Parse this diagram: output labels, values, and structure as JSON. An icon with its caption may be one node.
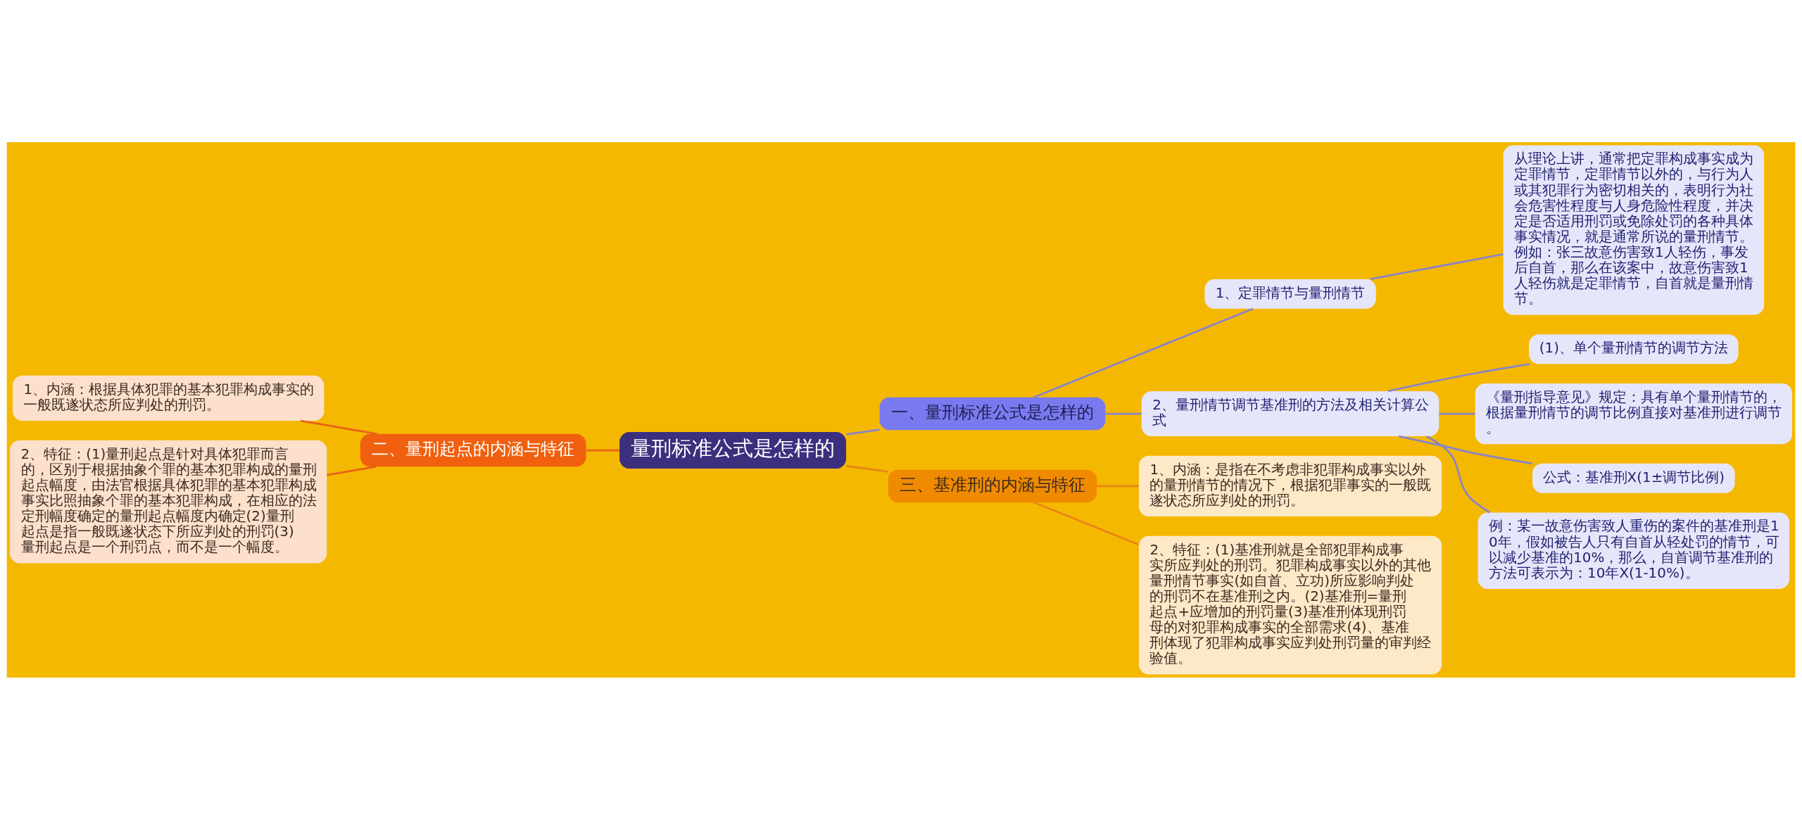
{
  "diagram": {
    "nodes": [
      {
        "text": [
          "量刑标准公式是怎样的"
        ]
      },
      {
        "text": [
          "一、量刑标准公式是怎样的"
        ]
      },
      {
        "text": [
          "1、定罪情节与量刑情节"
        ]
      },
      {
        "text": [
          "从理论上讲，通常把定罪构成事实成为定罪情节，定罪情节以外的，与行为人或其犯罪行为密切相关的，表明行为社会危害性程度与人身危险性程度，并决定是否适用刑罚或免除处罚的各种具体事实情况，就是通常所说的量刑情节。例如：张三故意伤害致1人轻伤，事发后自首，那么在该案中，故意伤害致1人轻伤就是定罪情节，自首就是量刑情节。"
        ]
      },
      {
        "text": [
          "2、量刑情节调节基准刑的方法及相关计算公式"
        ]
      },
      {
        "text": [
          "(1)、单个量刑情节的调节方法"
        ]
      },
      {
        "text": [
          "《量刑指导意见》规定：具有单个量刑情节的，根据量刑情节的调节比例直接对基准刑进行调节。"
        ]
      },
      {
        "text": [
          "公式：基准刑X(1±调节比例)"
        ]
      },
      {
        "text": [
          "例：某一故意伤害致人重伤的案件的基准刑是10年，假如被告人只有自首从轻处罚的情节，可以减少基准的10%，那么，自首调节基准刑的方法可表示为：10年X(1-10%)。"
        ]
      },
      {
        "text": [
          "二、量刑起点的内涵与特征"
        ]
      },
      {
        "text": [
          "1、内涵：根据具体犯罪的基本犯罪构成事实的一般既遂状态所应判处的刑罚。"
        ]
      },
      {
        "text": [
          "2、特征：(1)量刑起点是针对具体犯罪而言的，区别于根据抽象个罪的基本犯罪构成的量刑起点幅度，由法官根据具体犯罪的基本犯罪构成事实比照抽象个罪的基本犯罪构成，在相应的法定刑幅度确定的量刑起点幅度内确定(2)量刑起点是指一般既遂状态下所应判处的刑罚(3)量刑起点是一个刑罚点，而不是一个幅度。"
        ]
      },
      {
        "text": [
          "三、基准刑的内涵与特征"
        ]
      },
      {
        "text": [
          "1、内涵：是指在不考虑非犯罪构成事实以外的量刑情节的情况下，根据犯罪事实的一般既遂状态所应判处的刑罚。"
        ]
      },
      {
        "text": [
          "2、特征：(1)基准刑就是全部犯罪构成事实所应判处的刑罚。犯罪构成事实以外的其他量刑情节事实(如自首、立功)所应影响判处的刑罚不在基准刑之内。(2)基准刑=量刑起点+应增加的刑罚量(3)基准刑体现刑罚母的对犯罪构成事实的全部需求(4)、基准刑体现了犯罪构成事实应判处刑罚量的审判经验值。"
        ]
      }
    ],
    "edges": [
      {
        "from": 0,
        "to": 1,
        "arrow": "none"
      },
      {
        "from": 1,
        "to": 2,
        "arrow": "none"
      },
      {
        "from": 2,
        "to": 3,
        "arrow": "none"
      },
      {
        "from": 1,
        "to": 4,
        "arrow": "none"
      },
      {
        "from": 4,
        "to": 5,
        "arrow": "none"
      },
      {
        "from": 4,
        "to": 6,
        "arrow": "none"
      },
      {
        "from": 4,
        "to": 7,
        "arrow": "none"
      },
      {
        "from": 4,
        "to": 8,
        "arrow": "none"
      },
      {
        "from": 0,
        "to": 9,
        "arrow": "none",
        "color": "#e8601a"
      },
      {
        "from": 9,
        "to": 10,
        "arrow": "none",
        "color": "#e8601a"
      },
      {
        "from": 9,
        "to": 11,
        "arrow": "none",
        "color": "#e8601a"
      },
      {
        "from": 0,
        "to": 12,
        "arrow": "none",
        "color": "#e8841a"
      },
      {
        "from": 12,
        "to": 13,
        "arrow": "none",
        "color": "#e8841a"
      },
      {
        "from": 12,
        "to": 14,
        "arrow": "none",
        "color": "#e8841a"
      }
    ]
  }
}
